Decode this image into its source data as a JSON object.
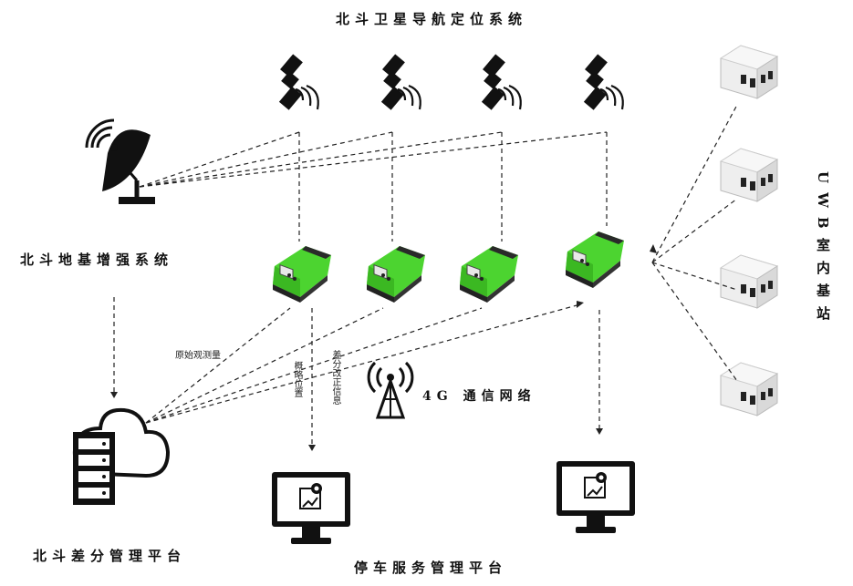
{
  "labels": {
    "satellite_system": "北斗卫星导航定位系统",
    "ground_system": "北斗地基增强系统",
    "diff_platform": "北斗差分管理平台",
    "parking_platform": "停车服务管理平台",
    "network_4g": "4G 通信网络",
    "uwb_title": "UWB室内基站"
  },
  "edge_labels": {
    "raw_obs": "原始观测量",
    "approx_pos": "概略位置",
    "diff_correction": "差分改正信息"
  },
  "icons": {
    "satellite": "satellite-icon",
    "dish": "satellite-dish-icon",
    "vehicle": "agv-vehicle-icon",
    "uwb": "uwb-base-station-icon",
    "server": "server-cloud-icon",
    "tower": "cell-tower-icon",
    "monitor": "monitor-map-icon"
  },
  "colors": {
    "vehicle_green": "#4cd430",
    "vehicle_dark": "#2a2a2a",
    "device_grey": "#e4e4e4",
    "line": "#222222"
  }
}
